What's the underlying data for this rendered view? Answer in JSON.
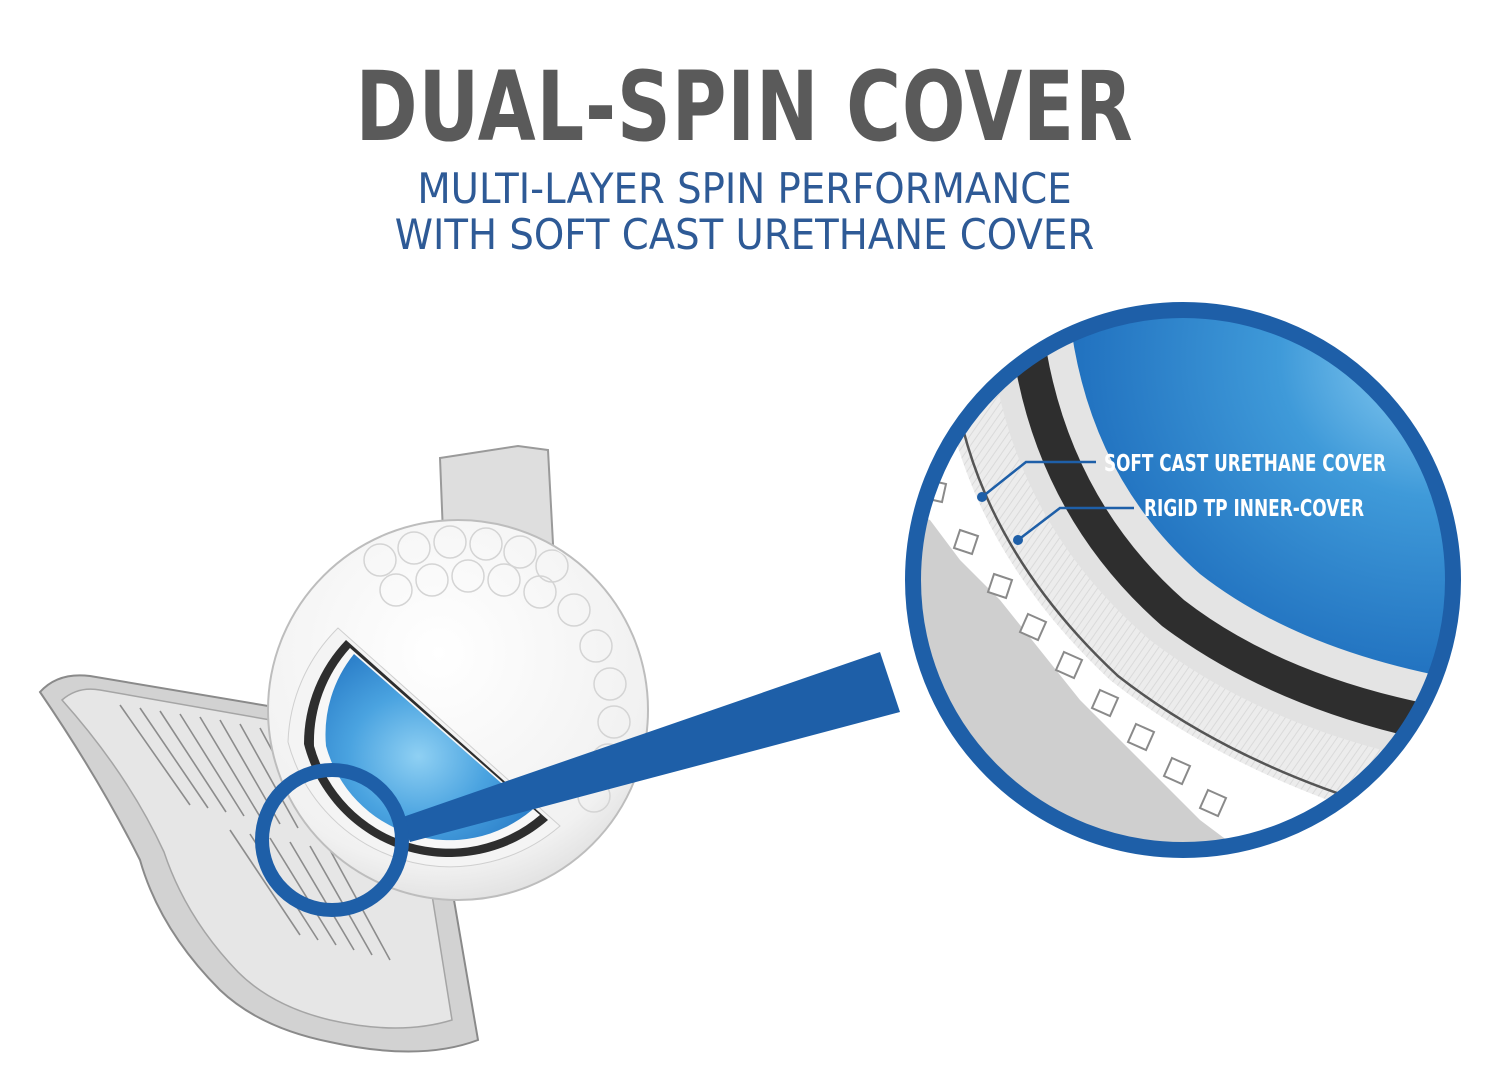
{
  "header": {
    "title": "DUAL-SPIN COVER",
    "subtitle_line1": "MULTI-LAYER SPIN PERFORMANCE",
    "subtitle_line2": "WITH SOFT CAST URETHANE COVER"
  },
  "callouts": {
    "outer_layer": "SOFT CAST URETHANE COVER",
    "inner_layer": "RIGID TP INNER-COVER"
  },
  "colors": {
    "title_gray": "#5a5a5a",
    "subtitle_blue": "#2e5a96",
    "frame_blue": "#1e5fa8",
    "core_blue": "#2f8ad6",
    "core_highlight": "#7cc4ef",
    "mantle_dark": "#2e2e2e",
    "cover_light": "#e6e6e6",
    "club_gray": "#cfcfcf"
  }
}
